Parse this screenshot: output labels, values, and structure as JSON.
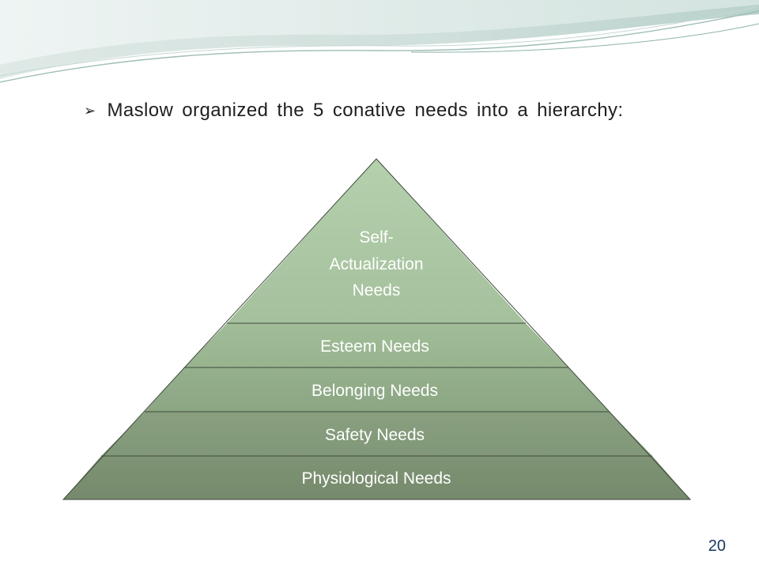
{
  "slide": {
    "bullet_icon": "arrow-bullet-icon",
    "bullet_prefix": "Maslow organized the ",
    "bullet_number": "5",
    "bullet_suffix": " conative needs into a hierarchy:",
    "page_number": "20"
  },
  "pyramid": {
    "levels": {
      "top_line1": "Self-",
      "top_line2": "Actualization",
      "top_line3": "Needs",
      "esteem": "Esteem Needs",
      "belonging": "Belonging Needs",
      "safety": "Safety Needs",
      "physiological": "Physiological Needs"
    }
  }
}
